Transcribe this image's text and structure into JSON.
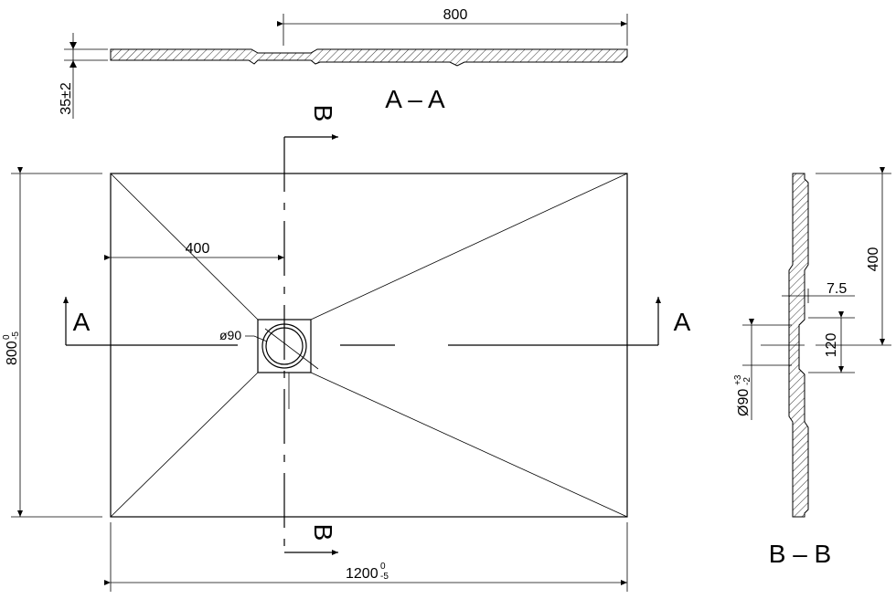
{
  "labels": {
    "section_aa": "A – A",
    "section_bb": "B – B",
    "marker_a": "A",
    "marker_b": "B"
  },
  "dimensions": {
    "aa_length": "800",
    "aa_thickness": "35±2",
    "half_width": "400",
    "drain_diameter": "ø90",
    "width_main": "1200",
    "width_tol_upper": "0",
    "width_tol_lower": "-5",
    "depth_main": "800",
    "depth_tol_upper": "0",
    "depth_tol_lower": "-5",
    "bb_half": "400",
    "bb_step": "7.5",
    "bb_drain": "120",
    "bb_hole_main": "Ø90",
    "bb_hole_tol_upper": "+3",
    "bb_hole_tol_lower": "-2"
  }
}
